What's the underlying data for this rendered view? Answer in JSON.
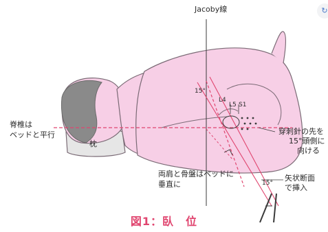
{
  "diagram": {
    "top_label": "Jacoby線",
    "spine_label_line1": "脊椎は",
    "spine_label_line2": "ベッドと平行",
    "pillow_label": "枕",
    "angle_label_left": "15°",
    "angle_label_right": "15°",
    "l4_label": "L4",
    "l5_label": "L5",
    "s1_label": "S1",
    "needle_label_line1": "穿刺針の先を",
    "needle_label_line2": "15°頭側に",
    "needle_label_line3": "向ける",
    "shoulder_label_line1": "両肩と骨盤はベッドに",
    "shoulder_label_line2": "垂直に",
    "sagittal_label_line1": "矢状断面",
    "sagittal_label_line2": "で挿入",
    "caption": "図1：臥　位"
  },
  "icons": {
    "corner": "lens-search-icon"
  },
  "colors": {
    "body_fill": "#f7cfe6",
    "body_stroke": "#7a6a75",
    "hair_fill": "#8a8a8a",
    "pillow_fill": "#e6e6e6",
    "accent": "#e0456f",
    "line": "#3a3a3a"
  }
}
